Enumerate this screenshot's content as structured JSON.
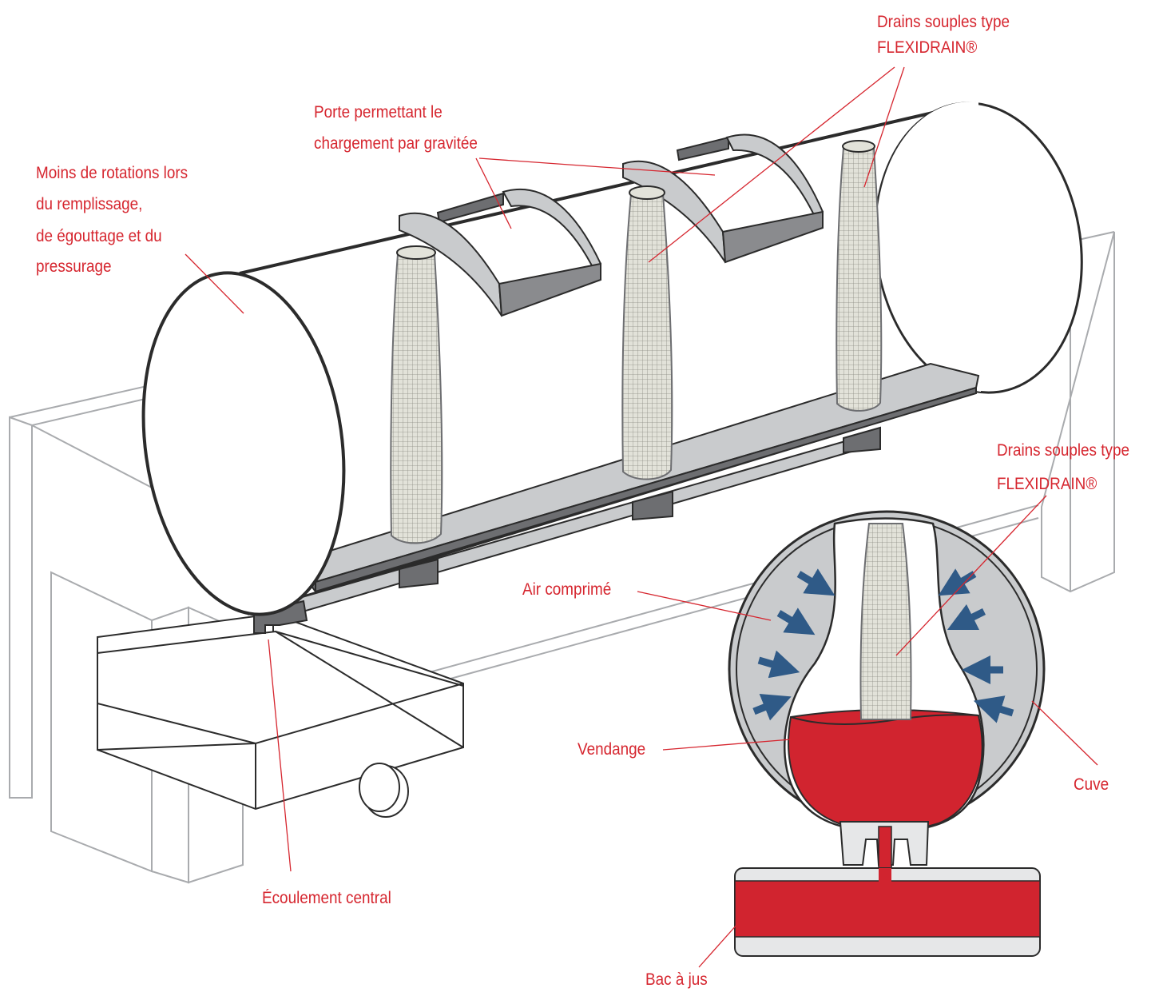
{
  "labels": {
    "drains_top_line1": "Drains souples type",
    "drains_top_line2": "FLEXIDRAIN®",
    "porte_line1": "Porte permettant le",
    "porte_line2": "chargement par gravitée",
    "moins_line1": "Moins de rotations lors",
    "moins_line2": "du remplissage,",
    "moins_line3": "de égouttage et du",
    "moins_line4": "pressurage",
    "drains_right_line1": "Drains souples type",
    "drains_right_line2": "FLEXIDRAIN®",
    "air": "Air comprimé",
    "vendange": "Vendange",
    "cuve": "Cuve",
    "ecoulement": "Écoulement central",
    "bac": "Bac à jus"
  },
  "colors": {
    "label_red": "#d6262f",
    "wine_red": "#d1242f",
    "arrow_blue": "#2f5a87",
    "panel_grey": "#c9cbcd",
    "frame_grey": "#a9abae",
    "outline": "#2b2b2b"
  }
}
